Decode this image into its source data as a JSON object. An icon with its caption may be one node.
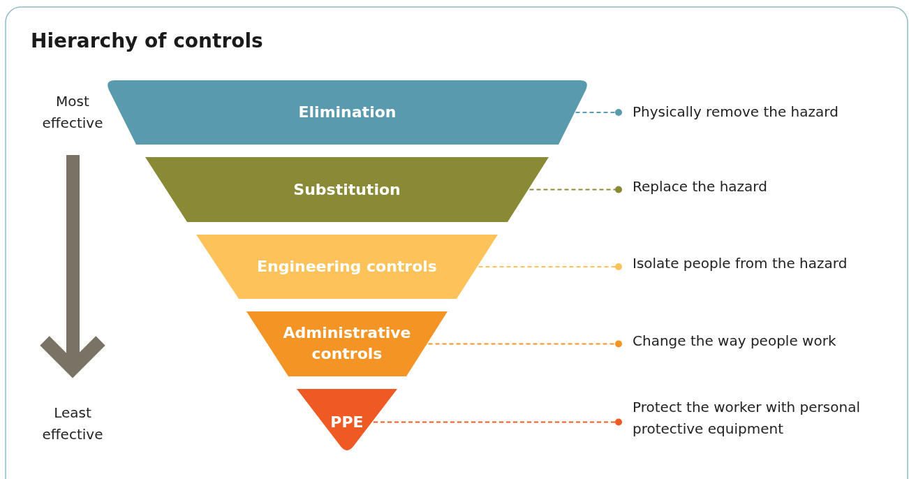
{
  "diagram": {
    "title": "Hierarchy of controls",
    "nodes": [
      {
        "text": [
          "Elimination"
        ]
      },
      {
        "text": [
          "Substitution"
        ]
      },
      {
        "text": [
          "Engineering controls"
        ]
      },
      {
        "text": [
          "Administrative controls"
        ]
      },
      {
        "text": [
          "PPE"
        ]
      },
      {
        "text": [
          "Physically remove the hazard"
        ]
      },
      {
        "text": [
          "Replace the hazard"
        ]
      },
      {
        "text": [
          "Isolate people from the hazard"
        ]
      },
      {
        "text": [
          "Change the way people work"
        ]
      },
      {
        "text": [
          "Protect the worker with personal protective equipment"
        ]
      }
    ],
    "edges": [
      {
        "from": 0,
        "to": 5,
        "arrow": "other",
        "style": "dashed",
        "color": "#5a9aae"
      },
      {
        "from": 1,
        "to": 6,
        "arrow": "other",
        "style": "dashed",
        "color": "#8a8a36"
      },
      {
        "from": 2,
        "to": 7,
        "arrow": "other",
        "style": "dashed",
        "color": "#fdc35a"
      },
      {
        "from": 3,
        "to": 8,
        "arrow": "other",
        "style": "dashed",
        "color": "#f39425"
      },
      {
        "from": 4,
        "to": 9,
        "arrow": "other",
        "style": "dashed",
        "color": "#ef5a24"
      }
    ],
    "labels": [
      "Most effective",
      "Least effective"
    ]
  }
}
